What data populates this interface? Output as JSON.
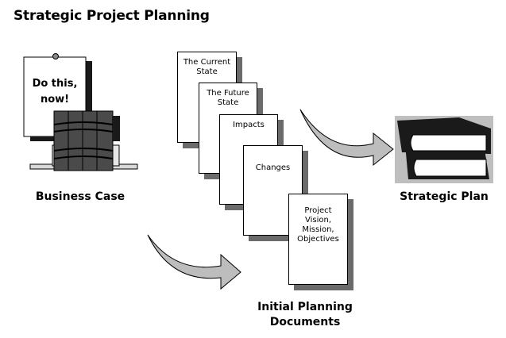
{
  "title": "Strategic Project Planning",
  "nodes": {
    "business_case": {
      "label": "Business Case",
      "note_text": "Do this, now!"
    },
    "strategic_plan": {
      "label": "Strategic Plan"
    },
    "initial_planning_documents": {
      "label": "Initial Planning Documents",
      "documents": [
        "The Current State",
        "The Future State",
        "Impacts",
        "Changes",
        "Project Vision, Mission, Objectives"
      ]
    }
  },
  "colors": {
    "arrow_fill": "#bdbdbd",
    "shadow": "#6b6b6b",
    "book_dark": "#1a1a1a",
    "panel_bg": "#bfbfbf"
  }
}
